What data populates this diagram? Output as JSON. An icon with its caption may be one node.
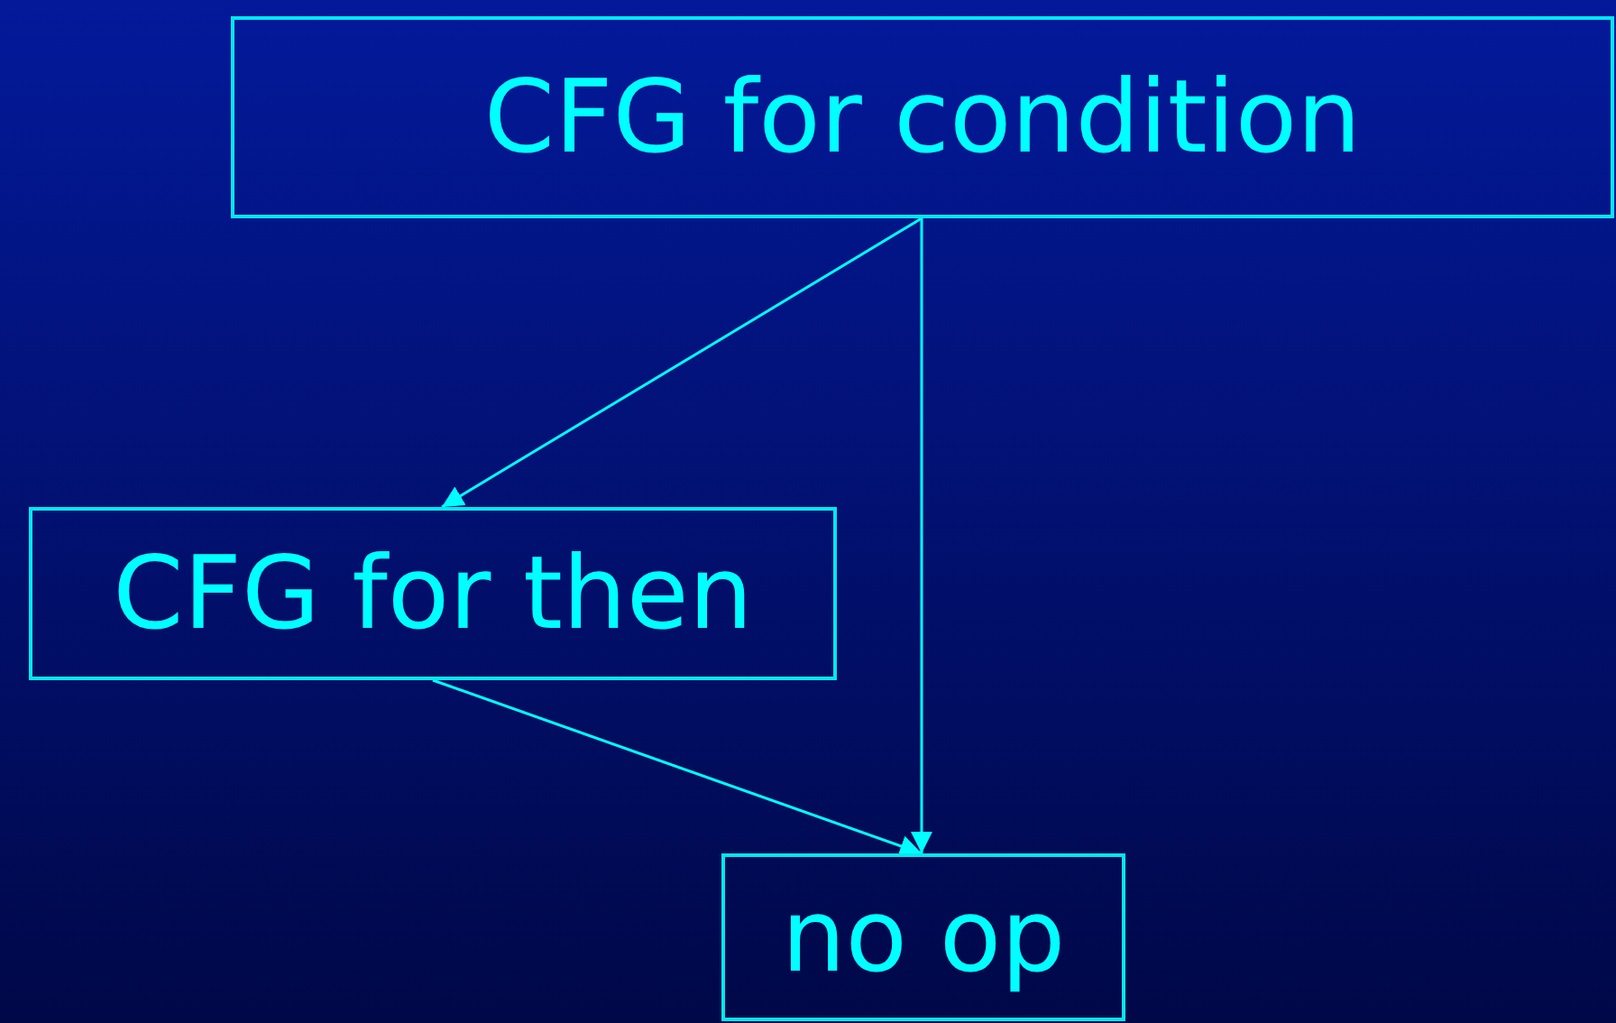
{
  "diagram": {
    "nodes": [
      {
        "text": [
          "CFG for condition"
        ]
      },
      {
        "text": [
          "CFG for then"
        ]
      },
      {
        "text": [
          "no op"
        ]
      }
    ],
    "edges": [
      {
        "from": 0,
        "to": 1,
        "arrow": "to"
      },
      {
        "from": 0,
        "to": 2,
        "arrow": "to"
      },
      {
        "from": 1,
        "to": 2,
        "arrow": "to"
      }
    ]
  }
}
